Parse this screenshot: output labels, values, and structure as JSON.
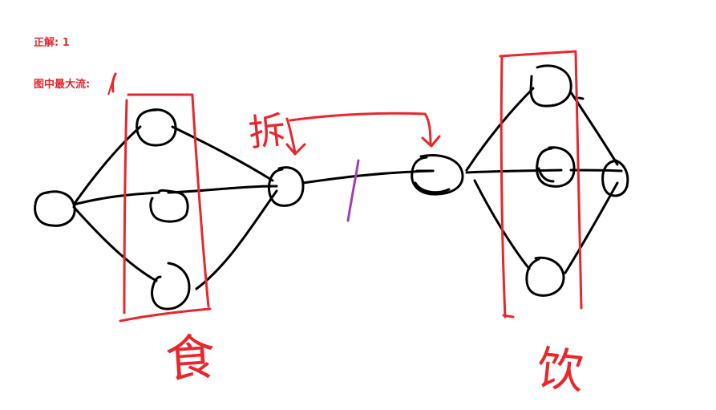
{
  "annotations": {
    "answer_label": "正解: 1",
    "maxflow_label": "图中最大流:",
    "handwritten_value": "/",
    "label_food": "食",
    "label_drink": "饮",
    "label_split": "拆",
    "edge_capacity_mark": "/"
  },
  "colors": {
    "ink": "#000000",
    "annotation": "#e8262c",
    "capacity": "#a040b0"
  }
}
